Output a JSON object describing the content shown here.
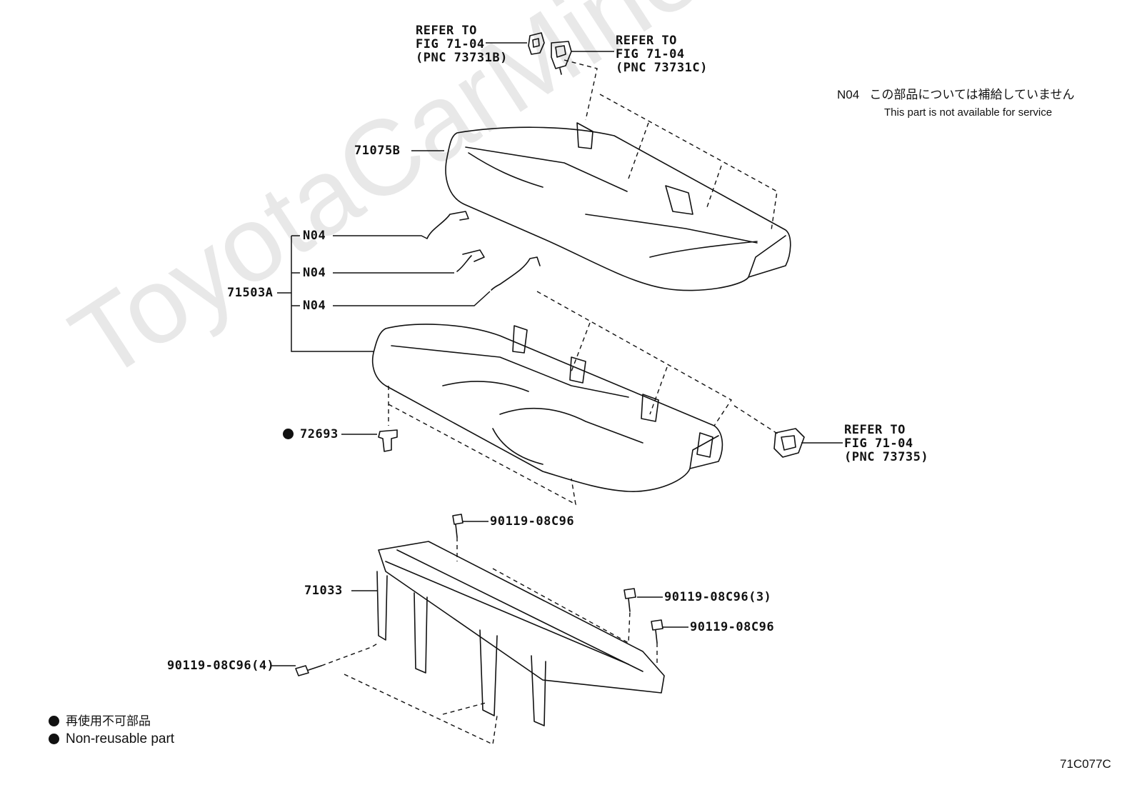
{
  "refs": {
    "ref_top_left": {
      "line1": "REFER TO",
      "line2": "FIG 71-04",
      "line3": "(PNC 73731B)"
    },
    "ref_top_right": {
      "line1": "REFER TO",
      "line2": "FIG 71-04",
      "line3": "(PNC 73731C)"
    },
    "ref_right": {
      "line1": "REFER TO",
      "line2": "FIG 71-04",
      "line3": "(PNC 73735)"
    }
  },
  "note": {
    "code": "N04",
    "japanese": "この部品については補給していません",
    "english": "This part is not available for service"
  },
  "parts": {
    "seatback_cover": "71075B",
    "cushion_cover": "71503A",
    "n04_a": "N04",
    "n04_b": "N04",
    "n04_c": "N04",
    "clip": "72693",
    "frame": "71033",
    "bolt_top": "90119-08C96",
    "bolt_right_3": "90119-08C96(3)",
    "bolt_right": "90119-08C96",
    "bolt_left_4": "90119-08C96(4)"
  },
  "legend": {
    "japanese": "再使用不可部品",
    "english": "Non-reusable part"
  },
  "figure_code": "71C077C",
  "watermark": "ToyotaCarMine.ru"
}
